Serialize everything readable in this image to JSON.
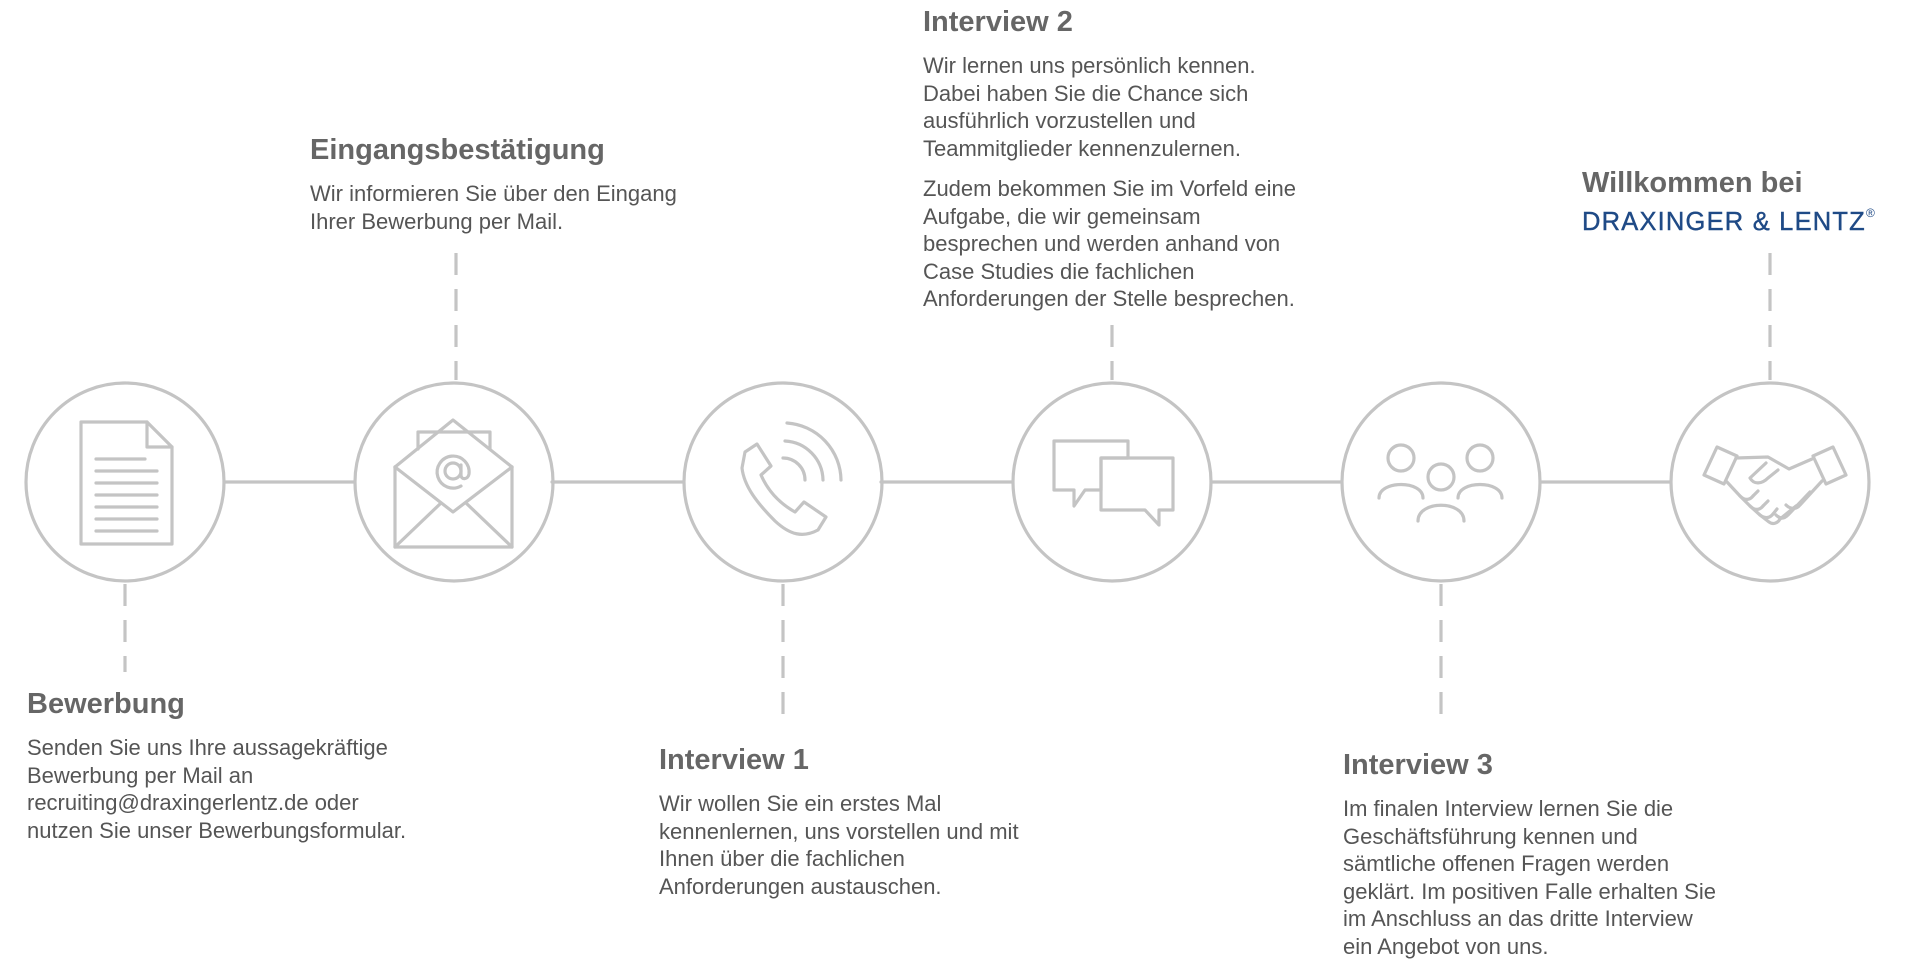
{
  "steps": [
    {
      "title": "Bewerbung",
      "lines": [
        "Senden Sie uns Ihre aussagekräftige",
        "Bewerbung per Mail an",
        "recruiting@draxingerlentz.de oder",
        "nutzen Sie unser Bewerbungsformular."
      ],
      "icon": "document-icon"
    },
    {
      "title": "Eingangsbestätigung",
      "lines": [
        "Wir informieren Sie über den Eingang",
        "Ihrer Bewerbung per Mail."
      ],
      "icon": "email-envelope-icon"
    },
    {
      "title": "Interview 1",
      "lines": [
        "Wir wollen Sie ein erstes Mal",
        "kennenlernen, uns vorstellen und mit",
        "Ihnen über die fachlichen",
        "Anforderungen austauschen."
      ],
      "icon": "phone-call-icon"
    },
    {
      "title": "Interview 2",
      "lines": [
        "Wir lernen uns persönlich kennen.",
        "Dabei haben Sie die Chance sich",
        "ausführlich vorzustellen und",
        "Teammitglieder kennenzulernen."
      ],
      "lines2": [
        "Zudem bekommen Sie im Vorfeld eine",
        "Aufgabe, die wir gemeinsam",
        "besprechen und werden anhand von",
        "Case Studies die fachlichen",
        "Anforderungen der Stelle besprechen."
      ],
      "icon": "chat-bubbles-icon"
    },
    {
      "title": "Interview 3",
      "lines": [
        "Im finalen Interview lernen Sie die",
        "Geschäftsführung kennen und",
        "sämtliche offenen Fragen werden",
        "geklärt. Im positiven Falle erhalten Sie",
        "im Anschluss an das dritte Interview",
        "ein Angebot von uns."
      ],
      "icon": "people-group-icon"
    },
    {
      "title": "Willkommen bei",
      "brand": "DRAXINGER & LENTZ",
      "brand_mark": "®",
      "icon": "handshake-icon"
    }
  ],
  "colors": {
    "icon_stroke": "#c4c4c4",
    "title": "#666666",
    "body_text": "#555555",
    "brand": "#1f4a86"
  }
}
